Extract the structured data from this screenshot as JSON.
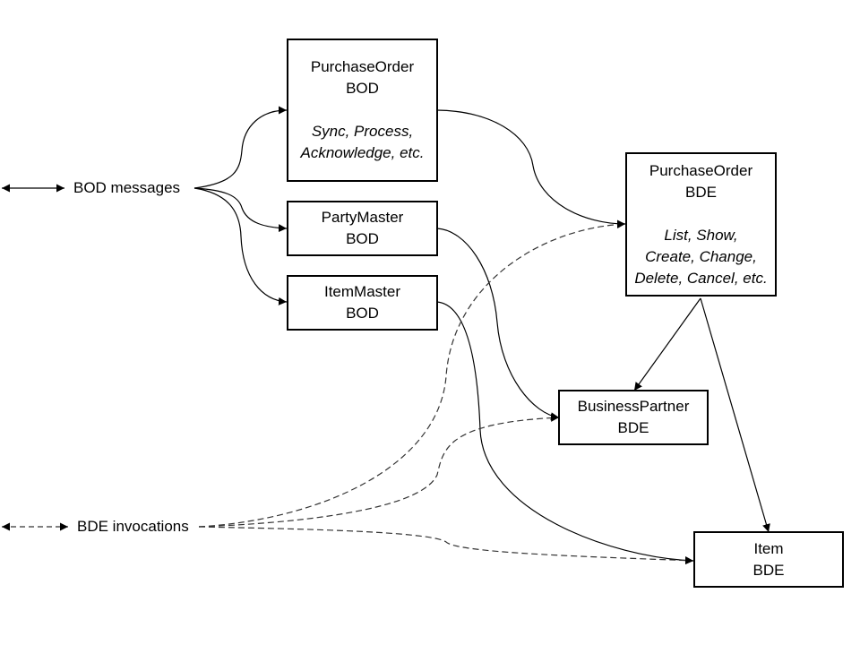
{
  "legend": {
    "bod_messages": {
      "label": "BOD messages",
      "line_style": "solid",
      "icon": "double-arrow-icon"
    },
    "bde_invocations": {
      "label": "BDE invocations",
      "line_style": "dashed",
      "icon": "double-arrow-icon"
    }
  },
  "nodes": {
    "purchase_order_bod": {
      "title": "PurchaseOrder",
      "kind": "BOD",
      "ops": [
        "Sync, Process,",
        "Acknowledge, etc."
      ]
    },
    "party_master_bod": {
      "title": "PartyMaster",
      "kind": "BOD"
    },
    "item_master_bod": {
      "title": "ItemMaster",
      "kind": "BOD"
    },
    "purchase_order_bde": {
      "title": "PurchaseOrder",
      "kind": "BDE",
      "ops": [
        "List, Show,",
        "Create, Change,",
        "Delete, Cancel, etc."
      ]
    },
    "business_partner_bde": {
      "title": "BusinessPartner",
      "kind": "BDE"
    },
    "item_bde": {
      "title": "Item",
      "kind": "BDE"
    }
  },
  "edges": [
    {
      "from": "BOD messages",
      "to": "PurchaseOrder BOD",
      "style": "solid"
    },
    {
      "from": "BOD messages",
      "to": "PartyMaster BOD",
      "style": "solid"
    },
    {
      "from": "BOD messages",
      "to": "ItemMaster BOD",
      "style": "solid"
    },
    {
      "from": "PurchaseOrder BOD",
      "to": "PurchaseOrder BDE",
      "style": "solid"
    },
    {
      "from": "PartyMaster BOD",
      "to": "BusinessPartner BDE",
      "style": "solid"
    },
    {
      "from": "ItemMaster BOD",
      "to": "Item BDE",
      "style": "solid"
    },
    {
      "from": "PurchaseOrder BDE",
      "to": "BusinessPartner BDE",
      "style": "solid"
    },
    {
      "from": "PurchaseOrder BDE",
      "to": "Item BDE",
      "style": "solid"
    },
    {
      "from": "BDE invocations",
      "to": "PurchaseOrder BDE",
      "style": "dashed"
    },
    {
      "from": "BDE invocations",
      "to": "BusinessPartner BDE",
      "style": "dashed"
    },
    {
      "from": "BDE invocations",
      "to": "Item BDE",
      "style": "dashed"
    }
  ]
}
